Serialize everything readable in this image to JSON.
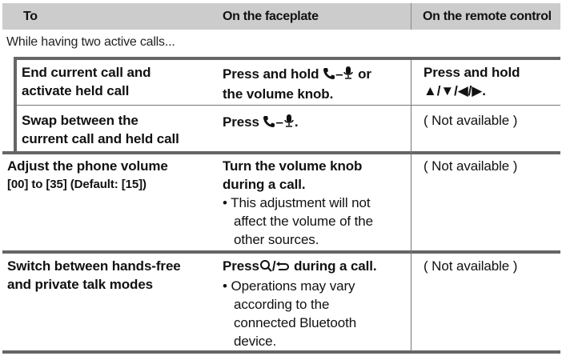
{
  "table": {
    "headers": [
      "To",
      "On the faceplate",
      "On the remote control"
    ],
    "section_label": "While having two active calls...",
    "rows": [
      {
        "to": "End current call and activate held call",
        "to_lines": [
          "End current call and",
          "activate held call"
        ],
        "faceplate": {
          "line1_prefix": "Press and hold",
          "icon_phone": "phone-icon",
          "separator": "–",
          "icon_mic": "microphone-icon",
          "line1_suffix": "or",
          "line2": "the volume knob."
        },
        "remote": {
          "line1": "Press and hold",
          "line2": "▲/▼/◀/▶."
        }
      },
      {
        "to": "Swap between the current call and held call",
        "to_lines": [
          "Swap between the",
          "current call and held call"
        ],
        "faceplate": {
          "prefix": "Press",
          "icon_phone": "phone-icon",
          "separator": "–",
          "icon_mic": "microphone-icon",
          "suffix": "."
        },
        "remote": "( Not available )"
      },
      {
        "to_lines": [
          "Adjust the phone volume",
          "[00] to [35] (Default: [15])"
        ],
        "faceplate": {
          "lines": [
            "Turn the volume knob",
            "during a call."
          ],
          "note_lines": [
            "This adjustment will not",
            "affect the volume of the",
            "other sources."
          ]
        },
        "remote": "( Not available )"
      },
      {
        "to_lines": [
          "Switch between hands-free",
          "and private talk modes"
        ],
        "faceplate": {
          "prefix": "Press",
          "icon_search": "search-icon",
          "slash": "/",
          "icon_back": "back-icon",
          "suffix": "during a call.",
          "note_lines": [
            "Operations may vary",
            "according to the",
            "connected Bluetooth",
            "device."
          ]
        },
        "remote": "( Not available )"
      }
    ]
  },
  "colors": {
    "header_bg": "#cccccc",
    "border_thick": "#666666",
    "border_thin": "#777777",
    "text": "#111111"
  }
}
